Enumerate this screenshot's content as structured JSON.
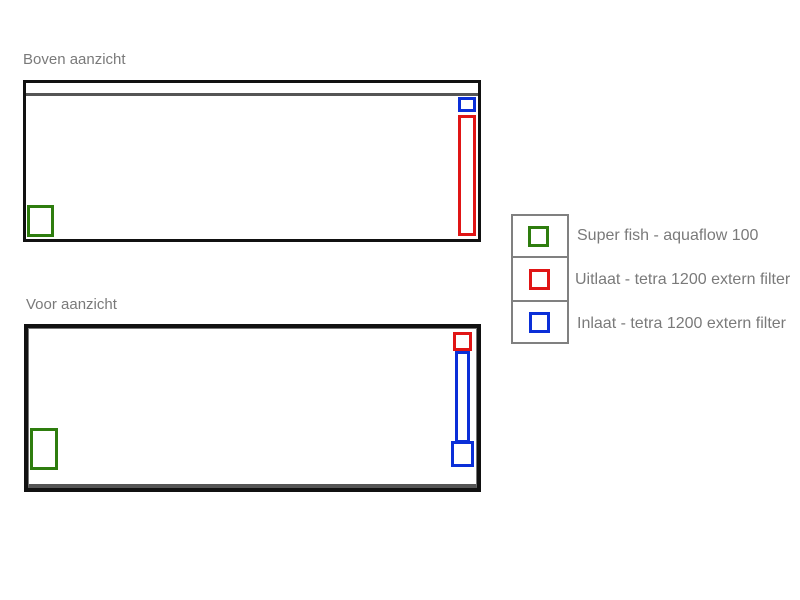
{
  "top_view": {
    "title": "Boven aanzicht"
  },
  "front_view": {
    "title": "Voor aanzicht"
  },
  "legend": {
    "items": [
      {
        "label": "Super fish - aquaflow 100",
        "color": "#2e7d0e",
        "icon": "green-square-icon"
      },
      {
        "label": "Uitlaat - tetra 1200 extern filter",
        "color": "#e01515",
        "icon": "red-square-icon"
      },
      {
        "label": "Inlaat - tetra 1200 extern filter",
        "color": "#0a2fd8",
        "icon": "blue-square-icon"
      }
    ]
  }
}
